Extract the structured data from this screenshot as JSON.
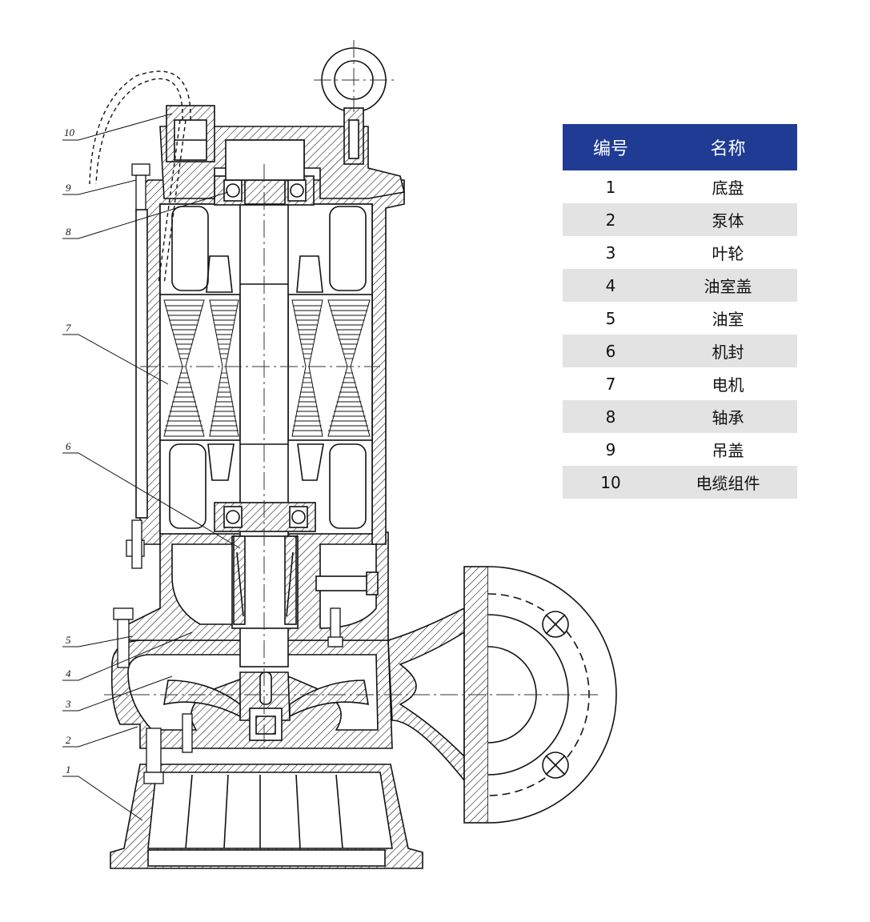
{
  "table": {
    "header": {
      "number": "编号",
      "name": "名称"
    },
    "rows": [
      {
        "number": "1",
        "name": "底盘"
      },
      {
        "number": "2",
        "name": "泵体"
      },
      {
        "number": "3",
        "name": "叶轮"
      },
      {
        "number": "4",
        "name": "油室盖"
      },
      {
        "number": "5",
        "name": "油室"
      },
      {
        "number": "6",
        "name": "机封"
      },
      {
        "number": "7",
        "name": "电机"
      },
      {
        "number": "8",
        "name": "轴承"
      },
      {
        "number": "9",
        "name": "吊盖"
      },
      {
        "number": "10",
        "name": "电缆组件"
      }
    ],
    "header_color": "#1f3b94",
    "stripe_color": "#e3e3e3"
  },
  "callouts": [
    "10",
    "9",
    "8",
    "7",
    "6",
    "5",
    "4",
    "3",
    "2",
    "1"
  ]
}
